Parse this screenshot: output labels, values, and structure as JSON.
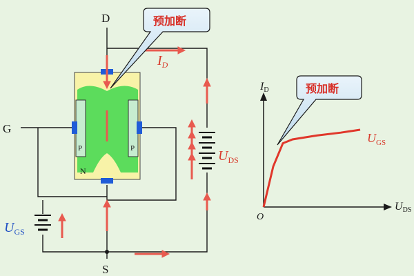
{
  "terminals": {
    "drain": "D",
    "gate": "G",
    "source": "S"
  },
  "regions": {
    "substrate": "N",
    "p_left": "P",
    "p_right": "P"
  },
  "labels": {
    "id_main": "I",
    "id_sub": "D",
    "uds_main": "U",
    "uds_sub": "DS",
    "ugs_main": "U",
    "ugs_sub": "GS"
  },
  "callout": {
    "text": "预加断"
  },
  "chart_data": {
    "type": "line",
    "title": "",
    "callout": "预加断",
    "xlabel_main": "U",
    "xlabel_sub": "DS",
    "ylabel_main": "I",
    "ylabel_sub": "D",
    "origin_label": "O",
    "series": [
      {
        "name": "U_GS",
        "label_main": "U",
        "label_sub": "GS",
        "x": [
          0,
          0.1,
          0.2,
          0.3,
          0.55,
          0.8,
          1.0
        ],
        "y": [
          0,
          0.42,
          0.66,
          0.7,
          0.74,
          0.77,
          0.8
        ]
      }
    ],
    "xlim": [
      0,
      1.0
    ],
    "ylim": [
      0,
      1.0
    ]
  },
  "colors": {
    "channel": "#5cdc5c",
    "p_region": "#c7ecd0",
    "contact": "#1f5cd8",
    "arrow": "#e85a4f",
    "curve": "#e0372b",
    "callout_fill": "#cfe5f1"
  }
}
